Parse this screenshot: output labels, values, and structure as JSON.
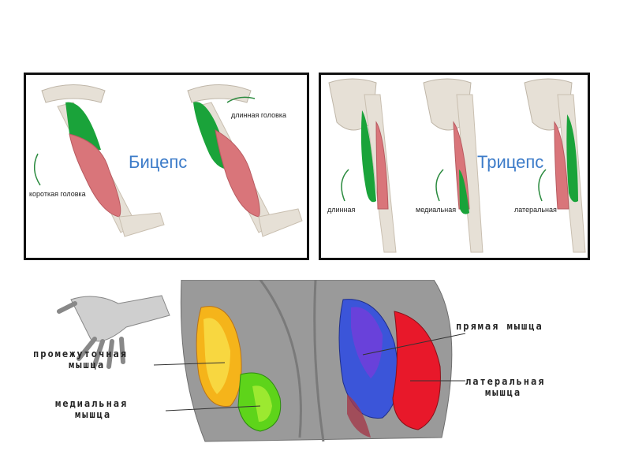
{
  "biceps": {
    "title": "Бицепс",
    "short_head": "короткая головка",
    "long_head": "длинная головка"
  },
  "triceps": {
    "title": "Трицепс",
    "long": "длинная",
    "medial": "медиальная",
    "lateral": "латеральная"
  },
  "quadriceps": {
    "intermediate_line1": "промежуточная",
    "intermediate_line2": "мышца",
    "medial_line1": "медиальная",
    "medial_line2": "мышца",
    "rectus_line1": "прямая мышца",
    "lateral_line1": "латеральная",
    "lateral_line2": "мышца"
  },
  "colors": {
    "highlight_green": "#1aa33a",
    "muscle_red": "#d9757a",
    "title_blue": "#3d7cc9",
    "bone": "#e6e0d6"
  }
}
